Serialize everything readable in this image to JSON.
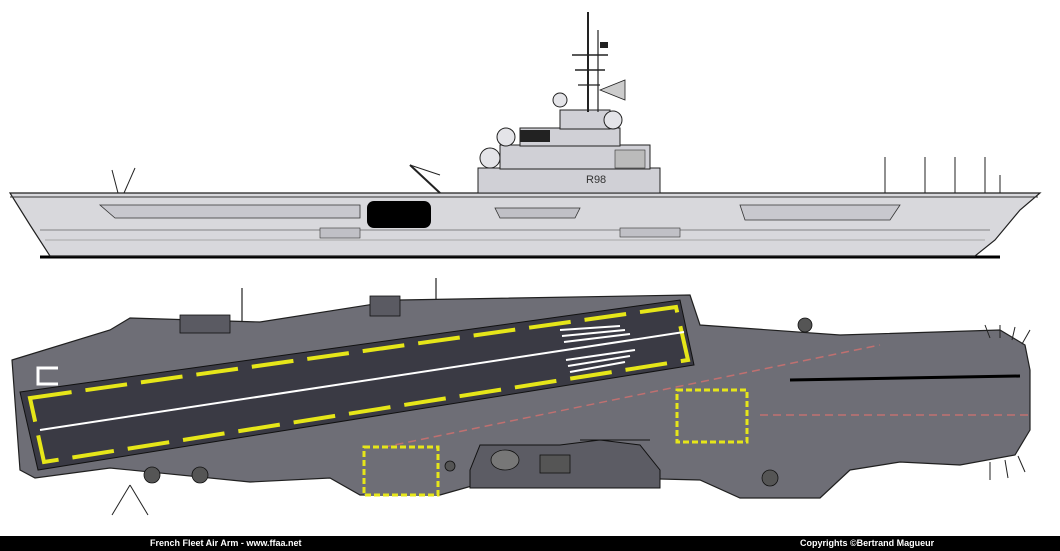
{
  "profile": {
    "hull_number": "R98"
  },
  "footer": {
    "left_credit": "French Fleet Air Arm - www.ffaa.net",
    "right_credit": "Copyrights ©Bertrand Magueur"
  },
  "colors": {
    "hull": "#d8d8dc",
    "outline": "#202020",
    "deck_grey": "#6e6e76",
    "runway": "#3a3a44",
    "deck_marking_yellow": "#e6e619",
    "centerline": "#ffffff",
    "angled_dashes": "#c07070",
    "hangar_opening": "#000000",
    "footer_bg": "#000000",
    "footer_text": "#ffffff"
  }
}
